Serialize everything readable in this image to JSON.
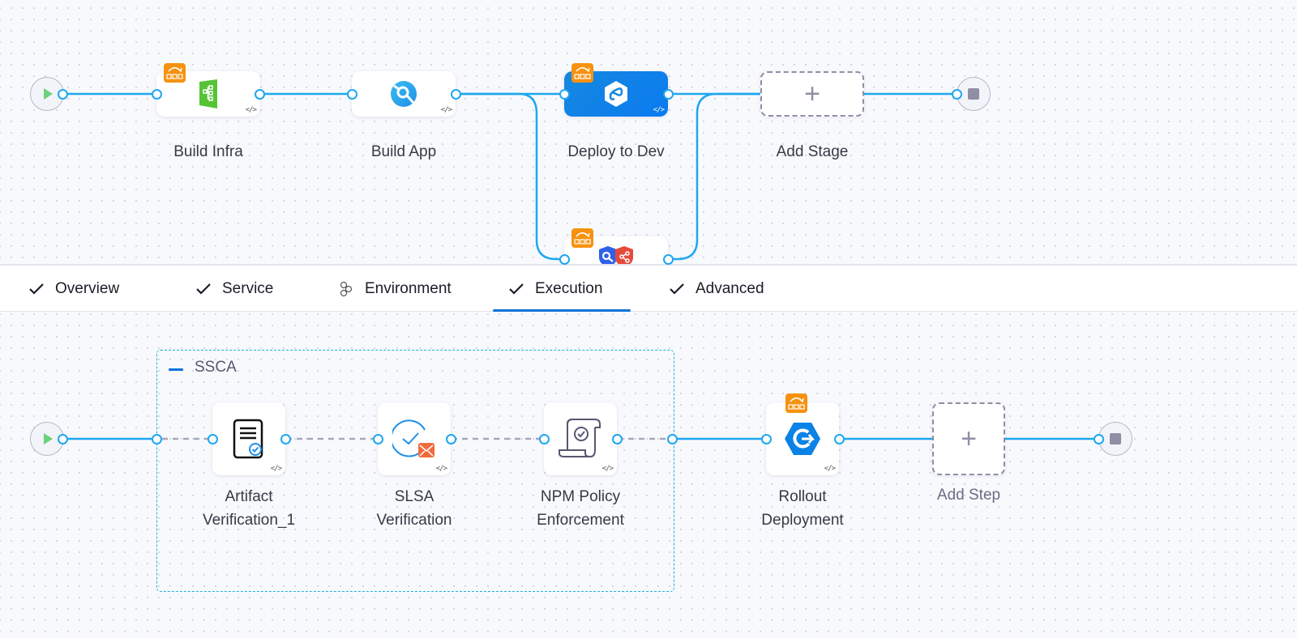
{
  "pipeline": {
    "stages": [
      {
        "name": "Build Infra",
        "icon": "terraform-infra-icon",
        "has_strategy_badge": true,
        "selected": false
      },
      {
        "name": "Build App",
        "icon": "build-stage-icon",
        "has_strategy_badge": false,
        "selected": false
      },
      {
        "name": "Deploy to Dev",
        "icon": "deploy-stage-icon",
        "has_strategy_badge": true,
        "selected": true
      },
      {
        "name": "",
        "icon": "security-tests-icon",
        "has_strategy_badge": true,
        "selected": false,
        "parallel": true
      }
    ],
    "add_stage_label": "Add Stage",
    "add_icon": "+",
    "code_glyph": "</>"
  },
  "tabs": [
    {
      "label": "Overview",
      "icon": "check-icon",
      "active": false
    },
    {
      "label": "Service",
      "icon": "check-icon",
      "active": false
    },
    {
      "label": "Environment",
      "icon": "environment-icon",
      "active": false
    },
    {
      "label": "Execution",
      "icon": "check-icon",
      "active": true
    },
    {
      "label": "Advanced",
      "icon": "check-icon",
      "active": false
    }
  ],
  "execution": {
    "group": {
      "title": "SSCA",
      "collapse_icon": "minus-icon"
    },
    "steps": [
      {
        "line1": "Artifact",
        "line2": "Verification_1",
        "icon": "artifact-verification-icon"
      },
      {
        "line1": "SLSA",
        "line2": "Verification",
        "icon": "slsa-verification-icon"
      },
      {
        "line1": "NPM Policy",
        "line2": "Enforcement",
        "icon": "policy-enforcement-icon"
      },
      {
        "line1": "Rollout",
        "line2": "Deployment",
        "icon": "rollout-deployment-icon",
        "has_strategy_badge": true
      }
    ],
    "add_step_label": "Add Step",
    "add_icon": "+",
    "code_glyph": "</>"
  },
  "colors": {
    "wire": "#1ea7f0",
    "accent": "#0a72d8",
    "badge": "#f6920f",
    "group_border": "#1fb0d8",
    "start_play": "#6bd17a",
    "end_stop": "#8f8ea5"
  }
}
